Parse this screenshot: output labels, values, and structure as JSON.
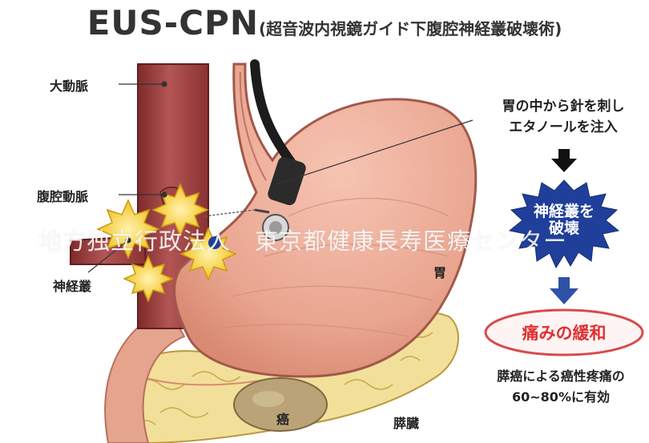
{
  "title": {
    "main": "EUS-CPN",
    "sub": "(超音波内視鏡ガイド下腹腔神経叢破壊術)"
  },
  "labels": {
    "aorta": "大動脈",
    "celiac_artery": "腹腔動脈",
    "nerve_plexus": "神経叢",
    "stomach": "胃",
    "cancer": "癌",
    "pancreas": "膵臓"
  },
  "steps": {
    "injection_line1": "胃の中から針を刺し",
    "injection_line2": "エタノールを注入",
    "destroy_line1": "神経叢を",
    "destroy_line2": "破壊",
    "relief": "痛みの緩和",
    "effect_line1": "膵癌による癌性疼痛の",
    "effect_line2": "60~80%に有効"
  },
  "watermark": "地方独立行政法人　東京都健康長寿医療センター",
  "colors": {
    "aorta": "#9c3b3b",
    "stomach": "#e9a58f",
    "pancreas": "#f2e09a",
    "nerve": "#f2c21f",
    "burst": "#1f3f9a",
    "arrow_blue": "#2d52a8",
    "relief_border": "#d94a4a",
    "relief_text": "#e03030"
  },
  "icons": [
    "arrow-down-icon",
    "arrow-down-icon",
    "burst-star-icon",
    "endoscope-icon"
  ]
}
